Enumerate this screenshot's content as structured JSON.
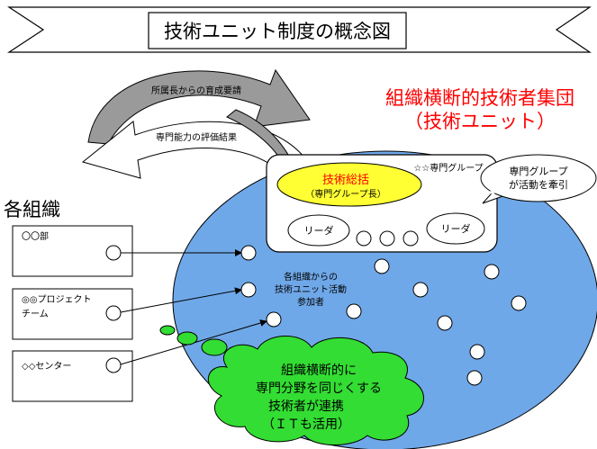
{
  "title": "技術ユニット制度の概念図",
  "arrow_top_label": "所属長からの育成要請",
  "arrow_bottom_label": "専門能力の評価結果",
  "red_heading_line1": "組織横断的技術者集団",
  "red_heading_line2": "（技術ユニット）",
  "left_heading": "各組織",
  "orgs": [
    {
      "label": "〇〇部"
    },
    {
      "label_line1": "◎◎プロジェクト",
      "label_line2": "チーム"
    },
    {
      "label": "◇◇センター"
    }
  ],
  "group_panel": {
    "lead_title": "技術総括",
    "lead_sub": "（専門グループ長）",
    "group_name": "☆☆専門グループ",
    "leader_left": "リーダ",
    "leader_right": "リーダ"
  },
  "speech_bubble": {
    "line1": "専門グループ",
    "line2": "が活動を牽引"
  },
  "participants_note": {
    "line1": "各組織からの",
    "line2": "技術ユニット活動",
    "line3": "参加者"
  },
  "cloud": {
    "line1": "組織横断的に",
    "line2": "専門分野を同じくする",
    "line3": "技術者が連携",
    "line4": "（ＩＴも活用）"
  },
  "colors": {
    "ellipse_fill": "#6fa8e8",
    "lead_fill": "#ffff33",
    "cloud_fill": "#33dd33",
    "heading_red": "#ff0000",
    "arrow_fill": "#9a9a9a"
  }
}
